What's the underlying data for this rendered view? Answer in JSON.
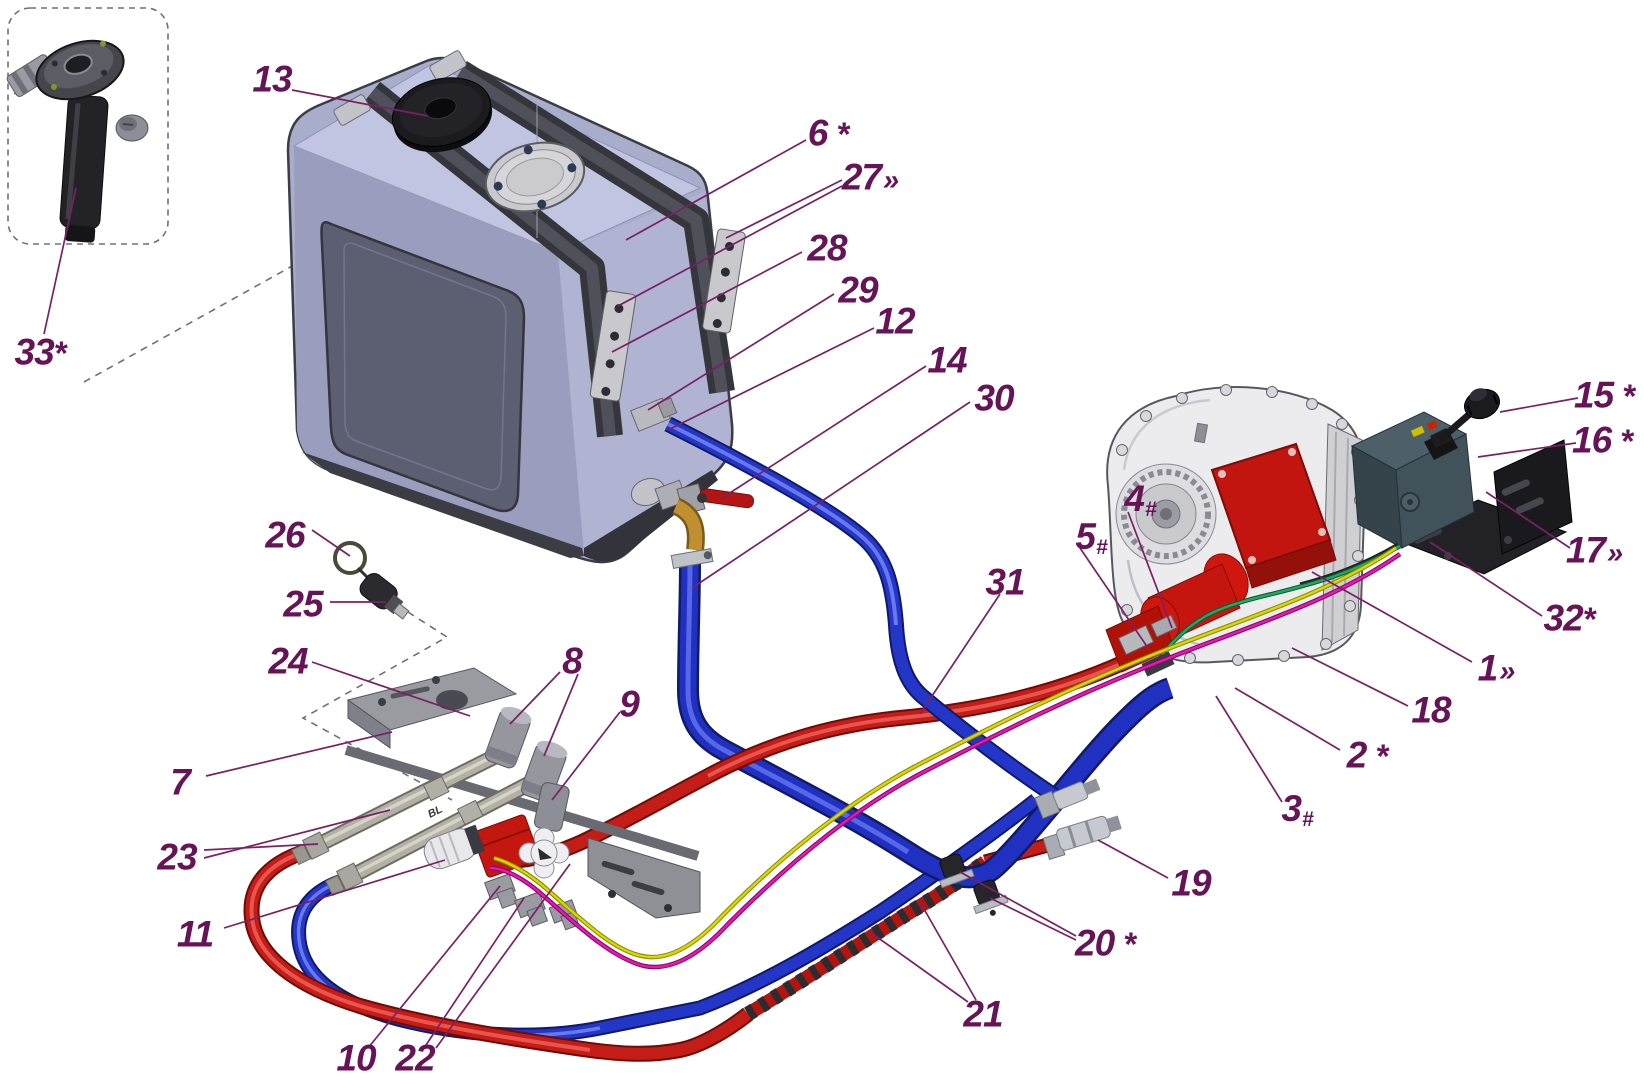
{
  "tube_marking": "BL",
  "colors": {
    "label": "#661457",
    "leader": "#7a2066",
    "hose_blue": "#2336c8",
    "hose_red": "#c41d17",
    "pump_red": "#c4150e",
    "tank_body": "#a9adcc",
    "tank_top": "#c2c5e1",
    "wire_yellow": "#d8d800",
    "wire_magenta": "#ee14b4",
    "wire_green": "#22a862",
    "control_box": "#41525a"
  },
  "callouts": [
    {
      "num": "1",
      "suffix": "»"
    },
    {
      "num": "2",
      "suffix": "*"
    },
    {
      "num": "3",
      "suffix": "#"
    },
    {
      "num": "4",
      "suffix": "#"
    },
    {
      "num": "5",
      "suffix": "#"
    },
    {
      "num": "6",
      "suffix": "*"
    },
    {
      "num": "7",
      "suffix": ""
    },
    {
      "num": "8",
      "suffix": ""
    },
    {
      "num": "9",
      "suffix": ""
    },
    {
      "num": "10",
      "suffix": ""
    },
    {
      "num": "11",
      "suffix": ""
    },
    {
      "num": "12",
      "suffix": ""
    },
    {
      "num": "13",
      "suffix": ""
    },
    {
      "num": "14",
      "suffix": ""
    },
    {
      "num": "15",
      "suffix": "*"
    },
    {
      "num": "16",
      "suffix": "*"
    },
    {
      "num": "17",
      "suffix": "»"
    },
    {
      "num": "18",
      "suffix": ""
    },
    {
      "num": "19",
      "suffix": ""
    },
    {
      "num": "20",
      "suffix": "*"
    },
    {
      "num": "21",
      "suffix": ""
    },
    {
      "num": "22",
      "suffix": ""
    },
    {
      "num": "23",
      "suffix": ""
    },
    {
      "num": "24",
      "suffix": ""
    },
    {
      "num": "25",
      "suffix": ""
    },
    {
      "num": "26",
      "suffix": ""
    },
    {
      "num": "27",
      "suffix": "»"
    },
    {
      "num": "28",
      "suffix": ""
    },
    {
      "num": "29",
      "suffix": ""
    },
    {
      "num": "30",
      "suffix": ""
    },
    {
      "num": "31",
      "suffix": ""
    },
    {
      "num": "32",
      "suffix": "*"
    },
    {
      "num": "33",
      "suffix": "*"
    }
  ]
}
